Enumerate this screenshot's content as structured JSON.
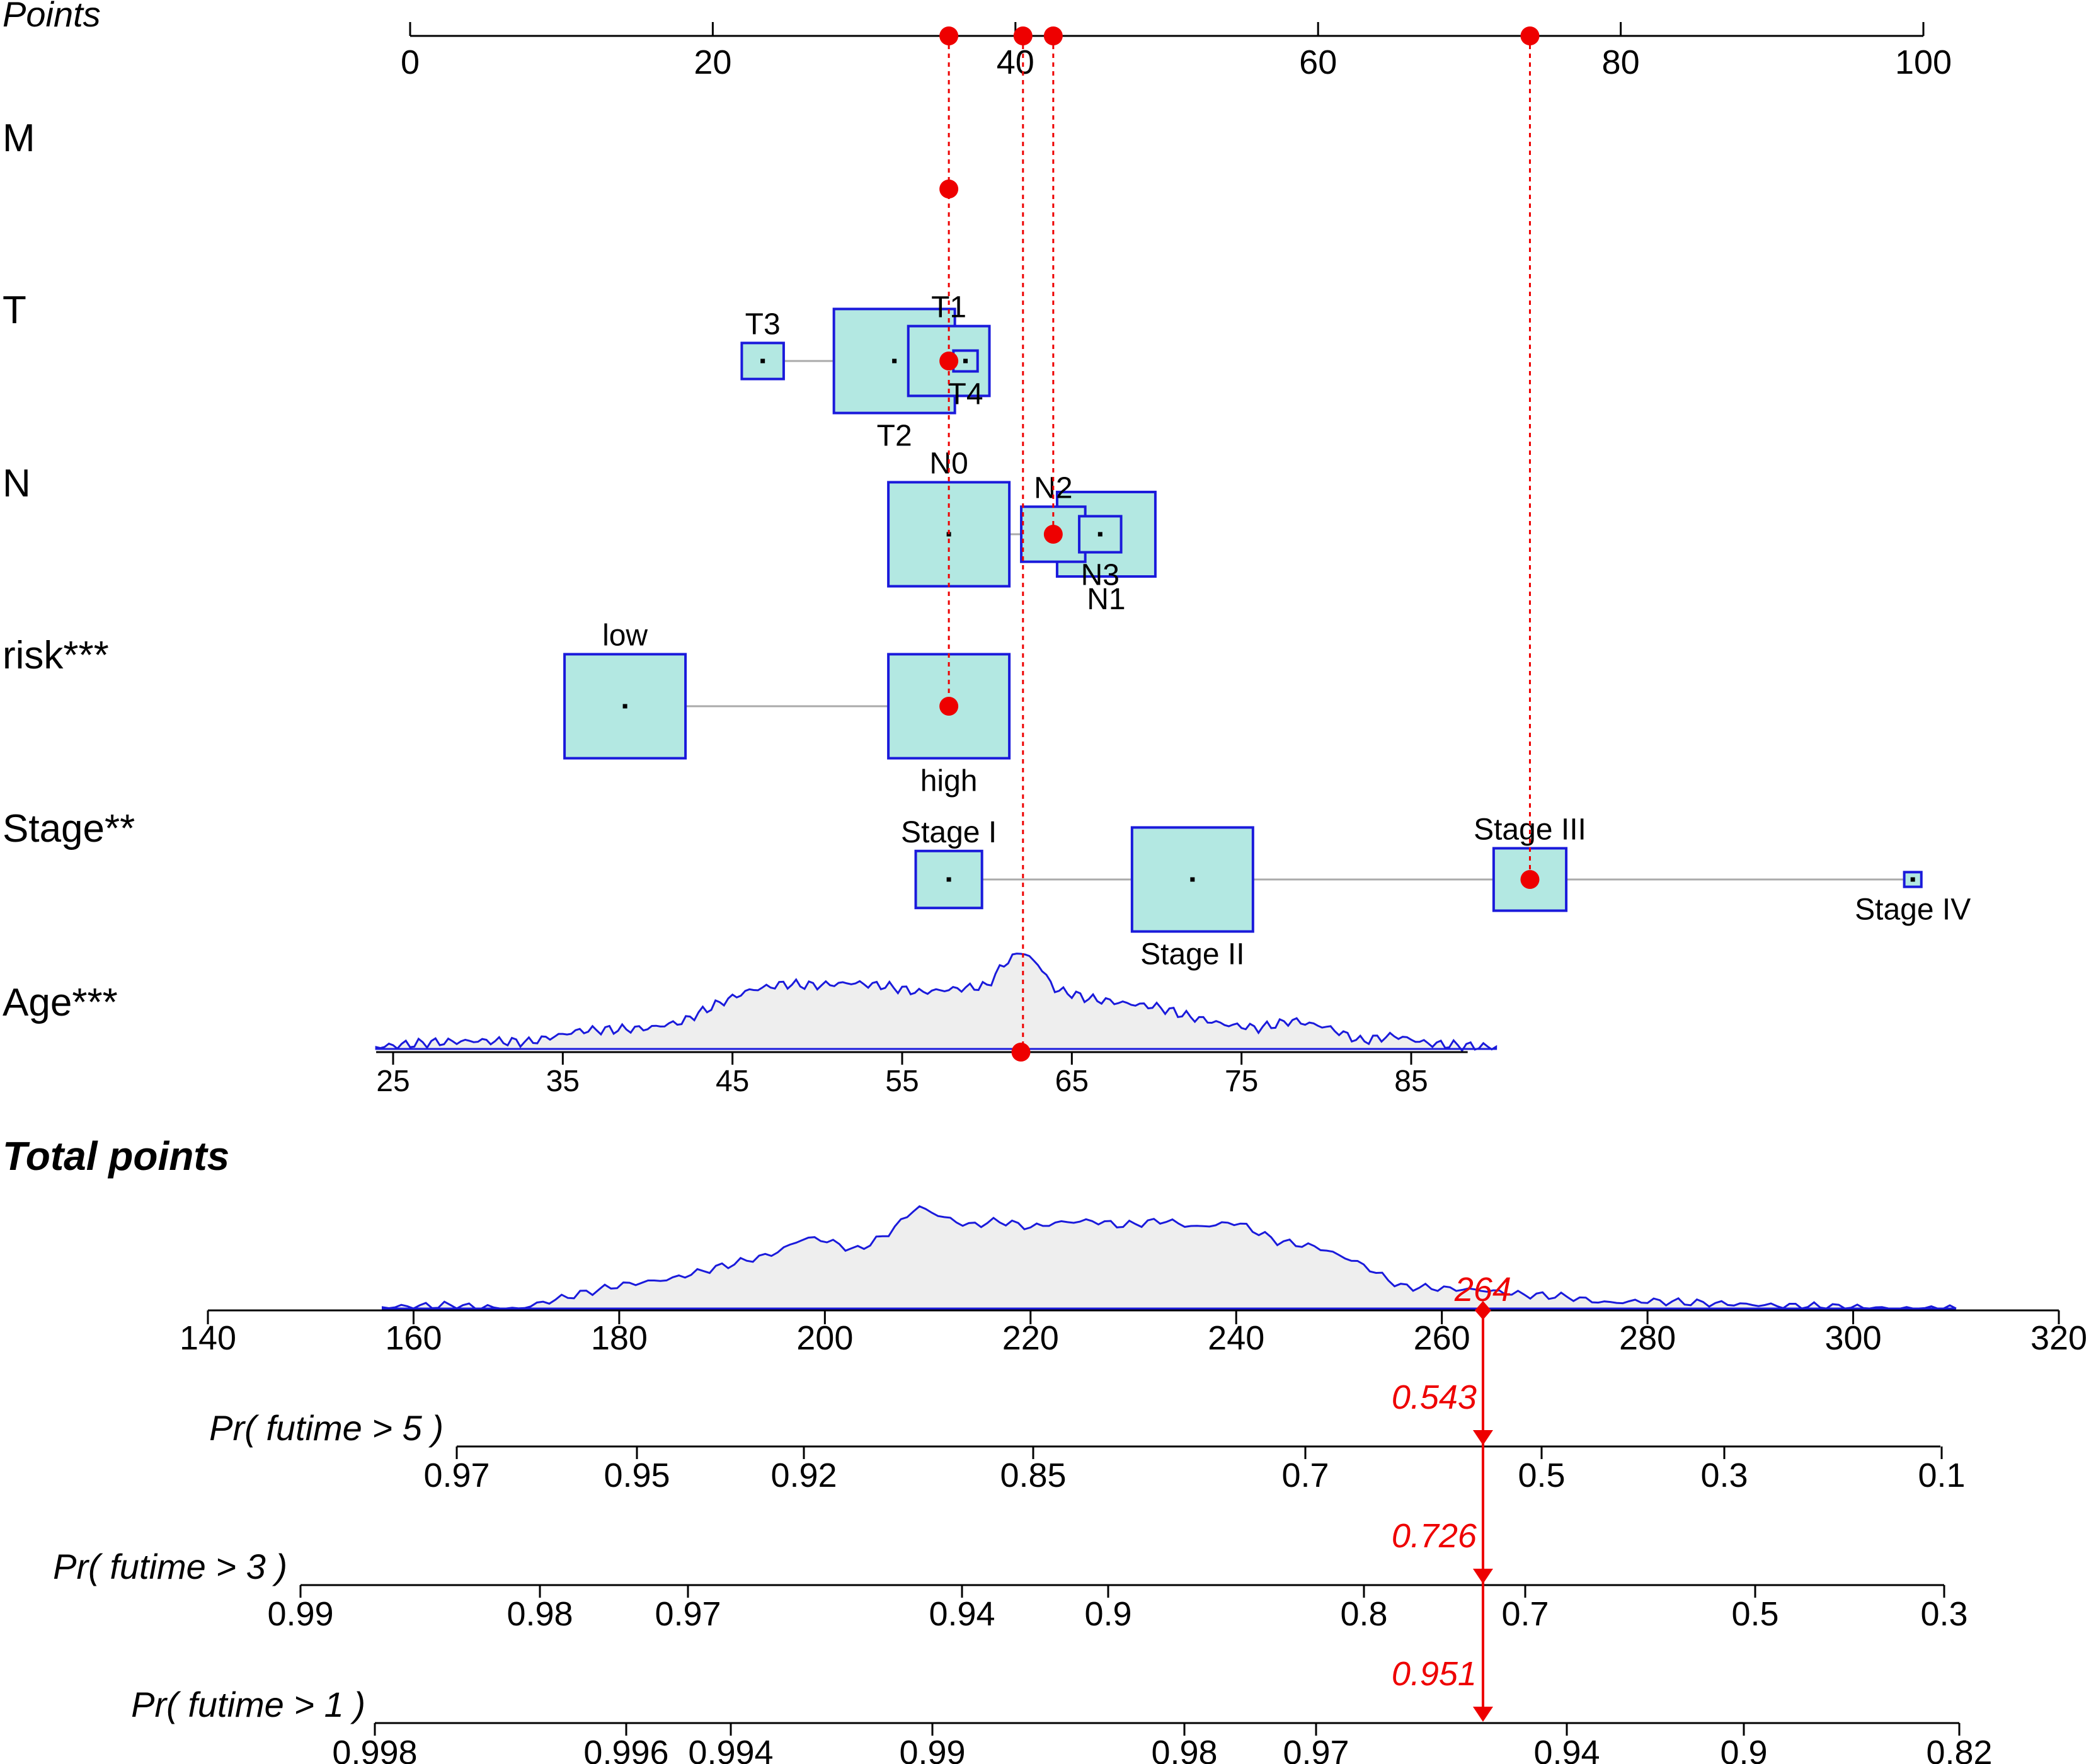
{
  "chart_data": {
    "type": "nomogram",
    "points_axis": {
      "label": "Points",
      "range": [
        0,
        100
      ],
      "ticks": [
        0,
        20,
        40,
        60,
        80,
        100
      ]
    },
    "variables": [
      {
        "name": "M",
        "levels": [],
        "selected_points": 35.6
      },
      {
        "name": "T",
        "levels": [
          {
            "label": "T3",
            "points": 23.3,
            "weight": 0.12
          },
          {
            "label": "T2",
            "points": 32.0,
            "weight": 1.0
          },
          {
            "label": "T1",
            "points": 35.6,
            "weight": 0.45
          },
          {
            "label": "T4",
            "points": 36.7,
            "weight": 0.04
          }
        ],
        "selected_points": 35.6
      },
      {
        "name": "N",
        "levels": [
          {
            "label": "N0",
            "points": 35.6,
            "weight": 1.0
          },
          {
            "label": "N1",
            "points": 46.0,
            "weight": 0.66
          },
          {
            "label": "N2",
            "points": 42.5,
            "weight": 0.28
          },
          {
            "label": "N3",
            "points": 45.6,
            "weight": 0.12
          }
        ],
        "selected_points": 42.5
      },
      {
        "name": "risk***",
        "levels": [
          {
            "label": "low",
            "points": 14.2,
            "weight": 1.0
          },
          {
            "label": "high",
            "points": 35.6,
            "weight": 1.0
          }
        ],
        "selected_points": 35.6
      },
      {
        "name": "Stage**",
        "levels": [
          {
            "label": "Stage I",
            "points": 35.6,
            "weight": 0.3
          },
          {
            "label": "Stage II",
            "points": 51.7,
            "weight": 1.0
          },
          {
            "label": "Stage III",
            "points": 74.0,
            "weight": 0.36
          },
          {
            "label": "Stage IV",
            "points": 99.3,
            "weight": 0.02
          }
        ],
        "selected_points": 74.0
      },
      {
        "name": "Age***",
        "axis_ticks": [
          25,
          35,
          45,
          55,
          65,
          75,
          85
        ],
        "range": [
          24,
          90
        ],
        "selected_value": 62,
        "selected_points": 40.5
      }
    ],
    "highlighted_points": [
      35.6,
      40.5,
      42.5,
      74.0
    ],
    "total_points": {
      "label": "Total points",
      "range": [
        140,
        320
      ],
      "ticks": [
        140,
        160,
        180,
        200,
        220,
        240,
        260,
        280,
        300,
        320
      ],
      "value": 264,
      "value_label": "264"
    },
    "probability_axes": [
      {
        "label": "Pr( futime > 5 )",
        "ticks": [
          "0.97",
          "0.95",
          "0.92",
          "0.85",
          "0.7",
          "0.5",
          "0.3",
          "0.1"
        ],
        "value": 0.543,
        "value_label": "0.543"
      },
      {
        "label": "Pr( futime > 3 )",
        "ticks": [
          "0.99",
          "0.98",
          "0.97",
          "0.94",
          "0.9",
          "0.8",
          "0.7",
          "0.5",
          "0.3"
        ],
        "value": 0.726,
        "value_label": "0.726"
      },
      {
        "label": "Pr( futime > 1 )",
        "ticks": [
          "0.998",
          "0.996",
          "0.994",
          "0.99",
          "0.98",
          "0.97",
          "0.94",
          "0.9",
          "0.82"
        ],
        "value": 0.951,
        "value_label": "0.951"
      }
    ],
    "colors": {
      "box_fill": "#b3e8e2",
      "box_stroke": "#1a1adb",
      "density_fill": "#eeeeee",
      "density_stroke": "#1a1adb",
      "highlight": "#ee0000",
      "connector": "#aaaaaa",
      "axis": "#000000"
    }
  }
}
